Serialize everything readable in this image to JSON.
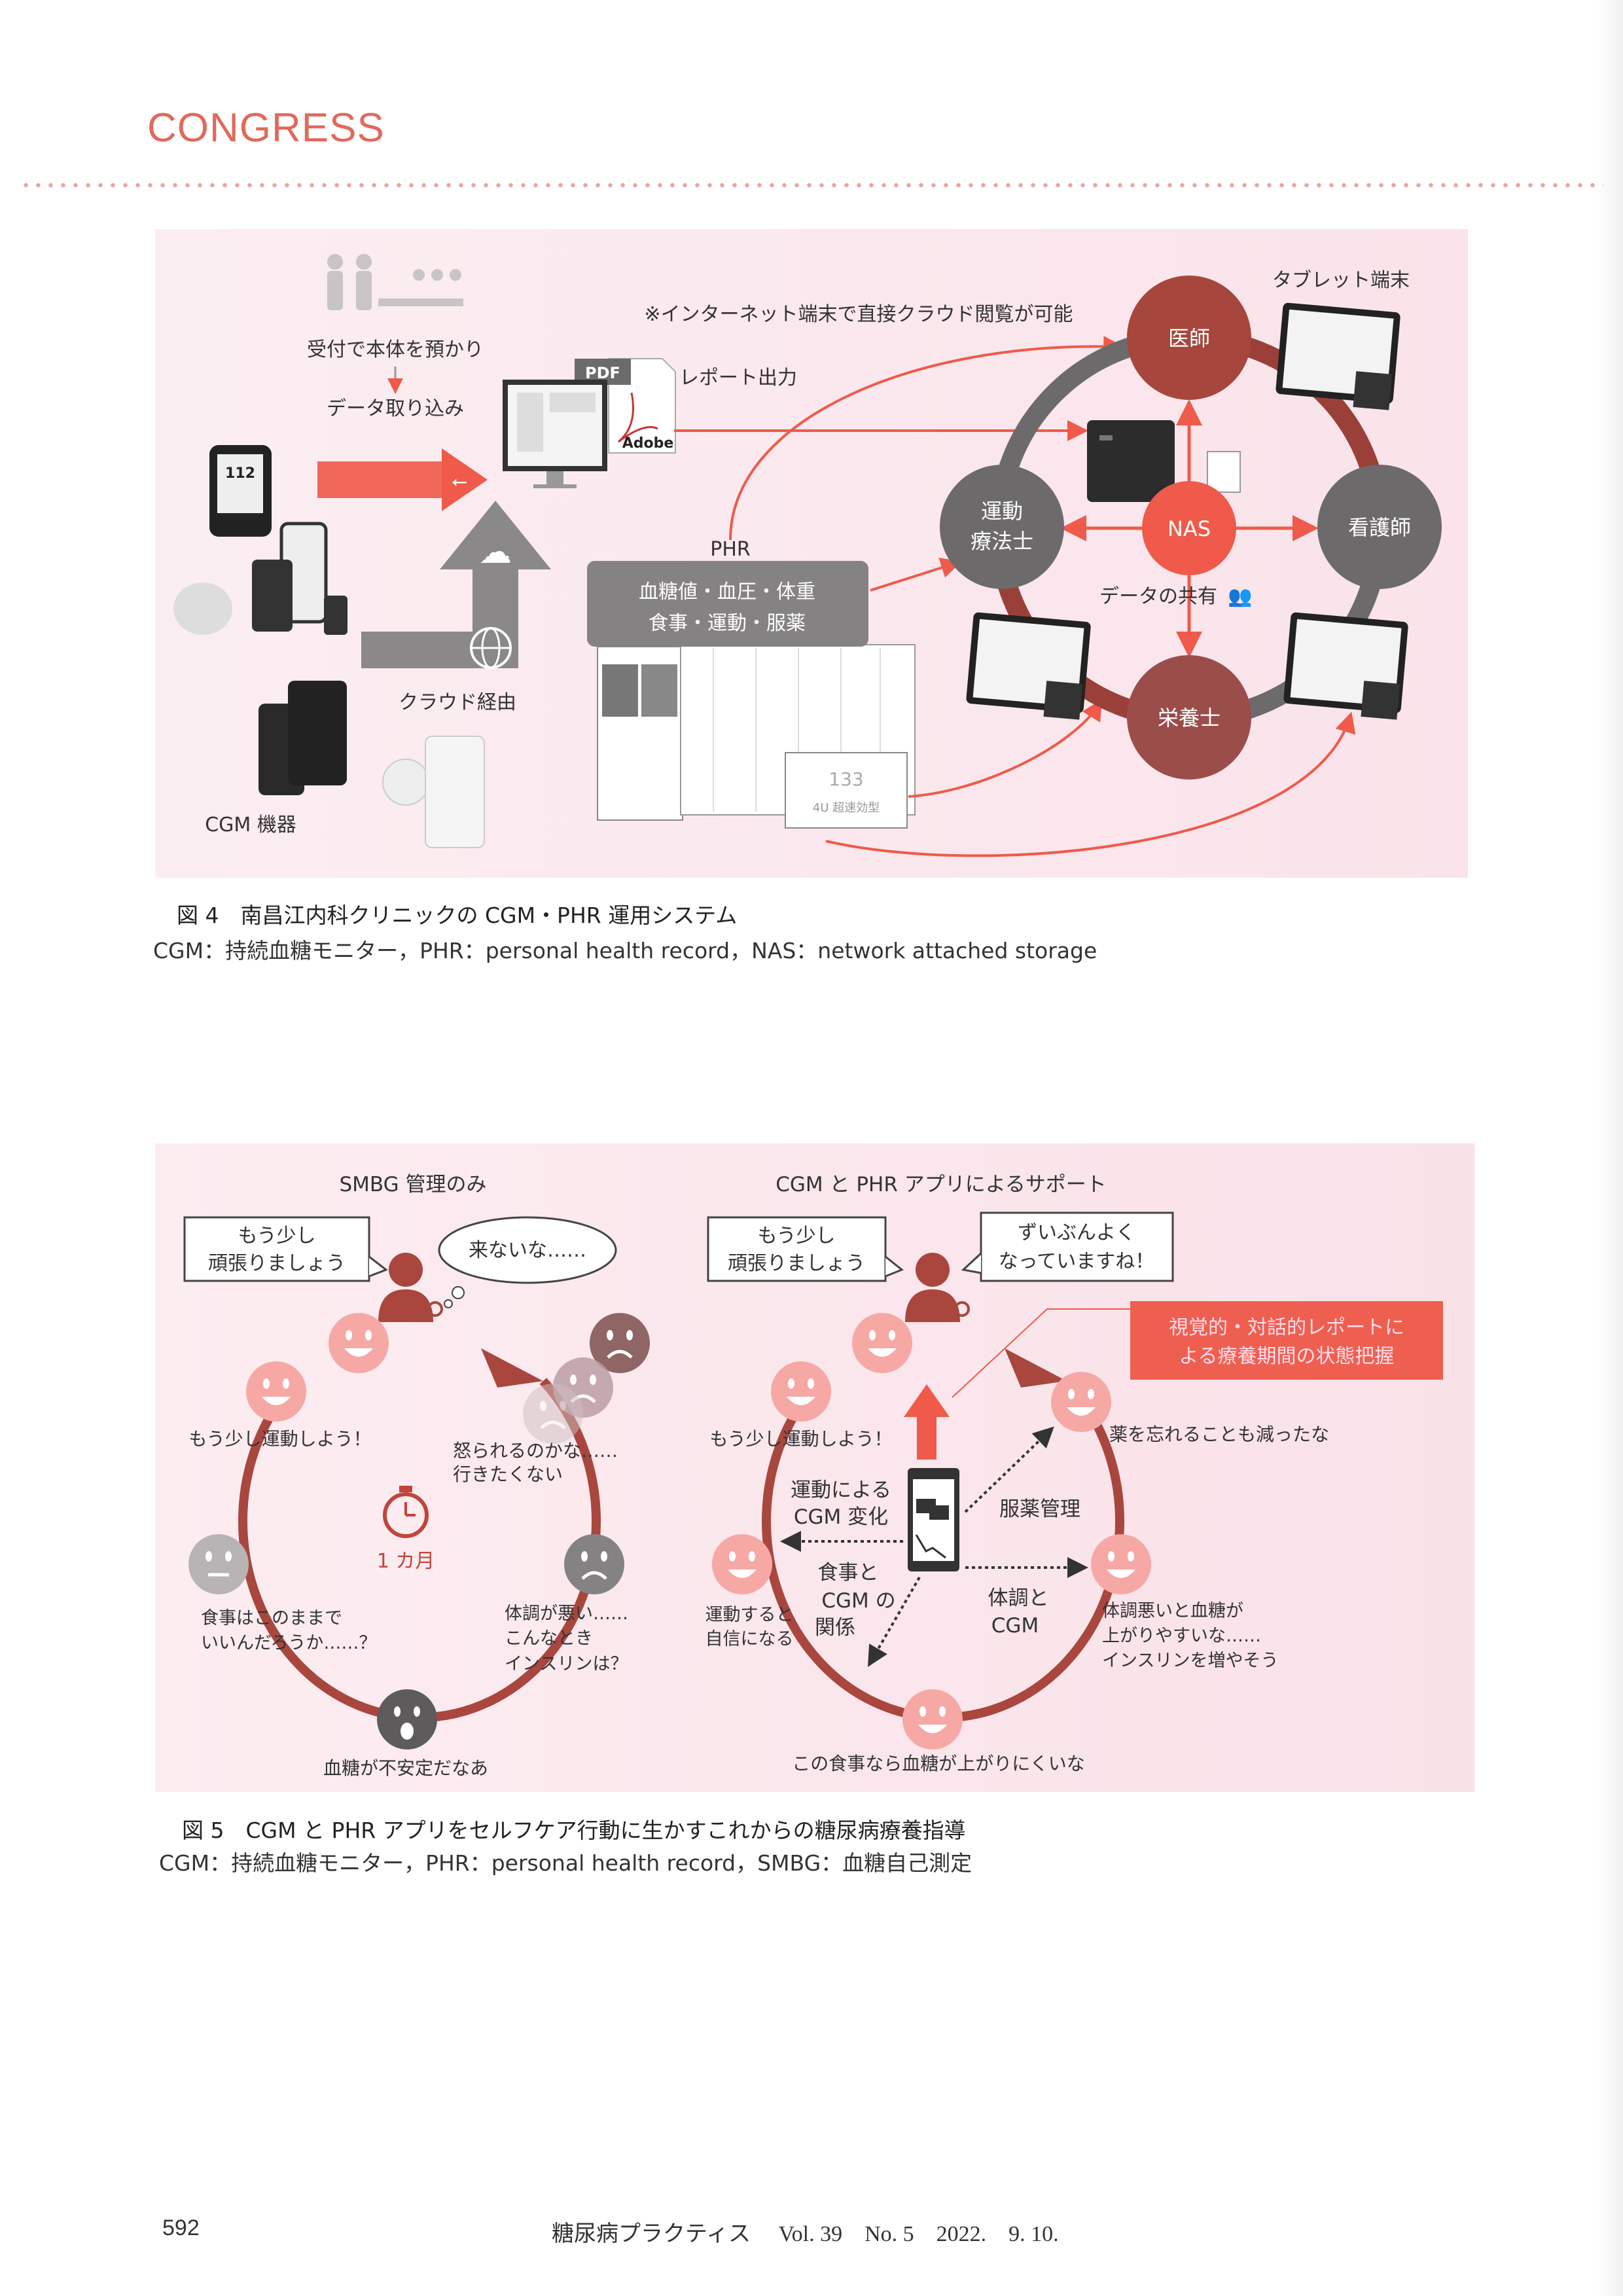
{
  "header": {
    "section": "CONGRESS"
  },
  "figure4": {
    "reception": "受付で本体を預かり",
    "import": "データ取り込み",
    "internet_note": "※インターネット端末で直接クラウド閲覧が可能",
    "pdf_label": "PDF",
    "adobe_label": "Adobe",
    "report_output": "レポート出力",
    "cloud_via": "クラウド経由",
    "cgm_devices": "CGM 機器",
    "device_reading": "112",
    "phr_label": "PHR",
    "phr_items_line1": "血糖値・血圧・体重",
    "phr_items_line2": "食事・運動・服薬",
    "phr_value": "133",
    "phr_insulin": "4U 超速効型",
    "tablet_label": "タブレット端末",
    "nodes": {
      "doctor": "医師",
      "nurse": "看護師",
      "dietitian": "栄養士",
      "exercise_line1": "運動",
      "exercise_line2": "療法士",
      "nas": "NAS"
    },
    "data_sharing": "データの共有",
    "caption_title": "図 4　南昌江内科クリニックの CGM・PHR 運用システム",
    "caption_note": "CGM：持続血糖モニター，PHR：personal health record，NAS：network attached storage"
  },
  "figure5": {
    "left": {
      "title": "SMBG 管理のみ",
      "doctor_bubble_line1": "もう少し",
      "doctor_bubble_line2": "頑張りましょう",
      "thought": "来ないな……",
      "exercise": "もう少し運動しよう！",
      "scolded_line1": "怒られるのかな……",
      "scolded_line2": "行きたくない",
      "period": "1 カ月",
      "meal_line1": "食事はこのままで",
      "meal_line2": "いいんだろうか……？",
      "condition_line1": "体調が悪い……",
      "condition_line2": "こんなとき",
      "condition_line3": "インスリンは？",
      "unstable": "血糖が不安定だなあ"
    },
    "right": {
      "title": "CGM と PHR アプリによるサポート",
      "doctor_bubble_line1": "もう少し",
      "doctor_bubble_line2": "頑張りましょう",
      "patient_bubble_line1": "ずいぶんよく",
      "patient_bubble_line2": "なっていますね！",
      "report_line1": "視覚的・対話的レポートに",
      "report_line2": "よる療養期間の状態把握",
      "exercise": "もう少し運動しよう！",
      "medicine": "薬を忘れることも減ったな",
      "exercise_cgm_line1": "運動による",
      "exercise_cgm_line2": "CGM 変化",
      "medication_mgmt": "服薬管理",
      "meal_cgm_line1": "食事と",
      "meal_cgm_line2": "CGM の",
      "meal_cgm_line3": "関係",
      "confidence_line1": "運動すると",
      "confidence_line2": "自信になる",
      "condition_cgm_line1": "体調と",
      "condition_cgm_line2": "CGM",
      "insulin_line1": "体調悪いと血糖が",
      "insulin_line2": "上がりやすいな……",
      "insulin_line3": "インスリンを増やそう",
      "meal_ok": "この食事なら血糖が上がりにくいな"
    },
    "caption_title": "図 5　CGM と PHR アプリをセルフケア行動に生かすこれからの糖尿病療養指導",
    "caption_note": "CGM：持続血糖モニター，PHR：personal health record，SMBG：血糖自己測定"
  },
  "footer": {
    "page": "592",
    "journal": "糖尿病プラクティス　 Vol. 39　No. 5　2022.　9. 10."
  },
  "colors": {
    "accent": "#e8574a",
    "dark_red": "#9a4038",
    "gray": "#6d6a6b",
    "pink_bg": "#fbe9ee",
    "face_pink": "#f6a8a5"
  }
}
